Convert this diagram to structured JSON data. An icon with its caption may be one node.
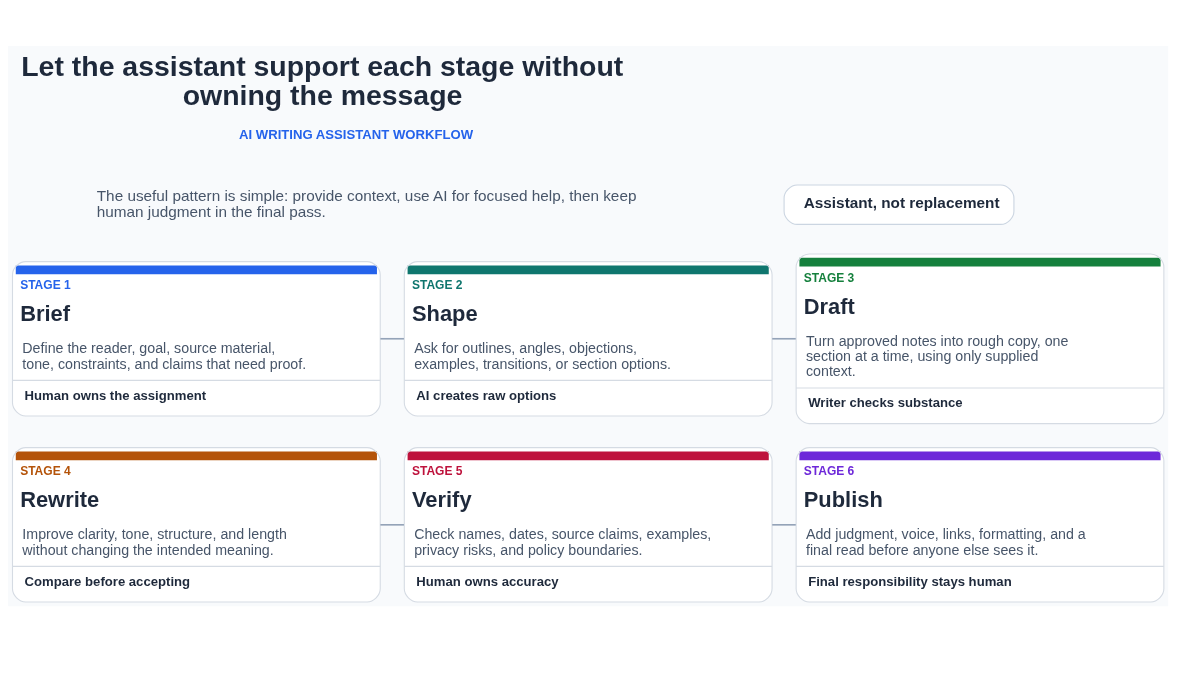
{
  "diagram": {
    "title": "Let the assistant support each stage without owning the message",
    "labels": [
      "AI WRITING ASSISTANT WORKFLOW",
      "The useful pattern is simple: provide context, use AI for focused help, then keep human judgment in the final pass."
    ],
    "nodes": [
      {
        "text": [
          "Assistant, not replacement"
        ]
      },
      {
        "text": [
          "STAGE 1",
          "Brief",
          "Define the reader, goal, source material, tone, constraints, and claims that need proof.",
          "Human owns the assignment"
        ]
      },
      {
        "text": [
          "STAGE 2",
          "Shape",
          "Ask for outlines, angles, objections, examples, transitions, or section options.",
          "AI creates raw options"
        ]
      },
      {
        "text": [
          "STAGE 3",
          "Draft",
          "Turn approved notes into rough copy, one section at a time, using only supplied context.",
          "Writer checks substance"
        ]
      },
      {
        "text": [
          "STAGE 4",
          "Rewrite",
          "Improve clarity, tone, structure, and length without changing the intended meaning.",
          "Compare before accepting"
        ]
      },
      {
        "text": [
          "STAGE 5",
          "Verify",
          "Check names, dates, source claims, examples, privacy risks, and policy boundaries.",
          "Human owns accuracy"
        ]
      },
      {
        "text": [
          "STAGE 6",
          "Publish",
          "Add judgment, voice, links, formatting, and a final read before anyone else sees it.",
          "Final responsibility stays human"
        ]
      }
    ],
    "edges": [
      {
        "from": 1,
        "to": 2,
        "arrow": "none"
      },
      {
        "from": 2,
        "to": 3,
        "arrow": "none"
      },
      {
        "from": 4,
        "to": 5,
        "arrow": "none"
      },
      {
        "from": 5,
        "to": 6,
        "arrow": "none"
      }
    ]
  }
}
